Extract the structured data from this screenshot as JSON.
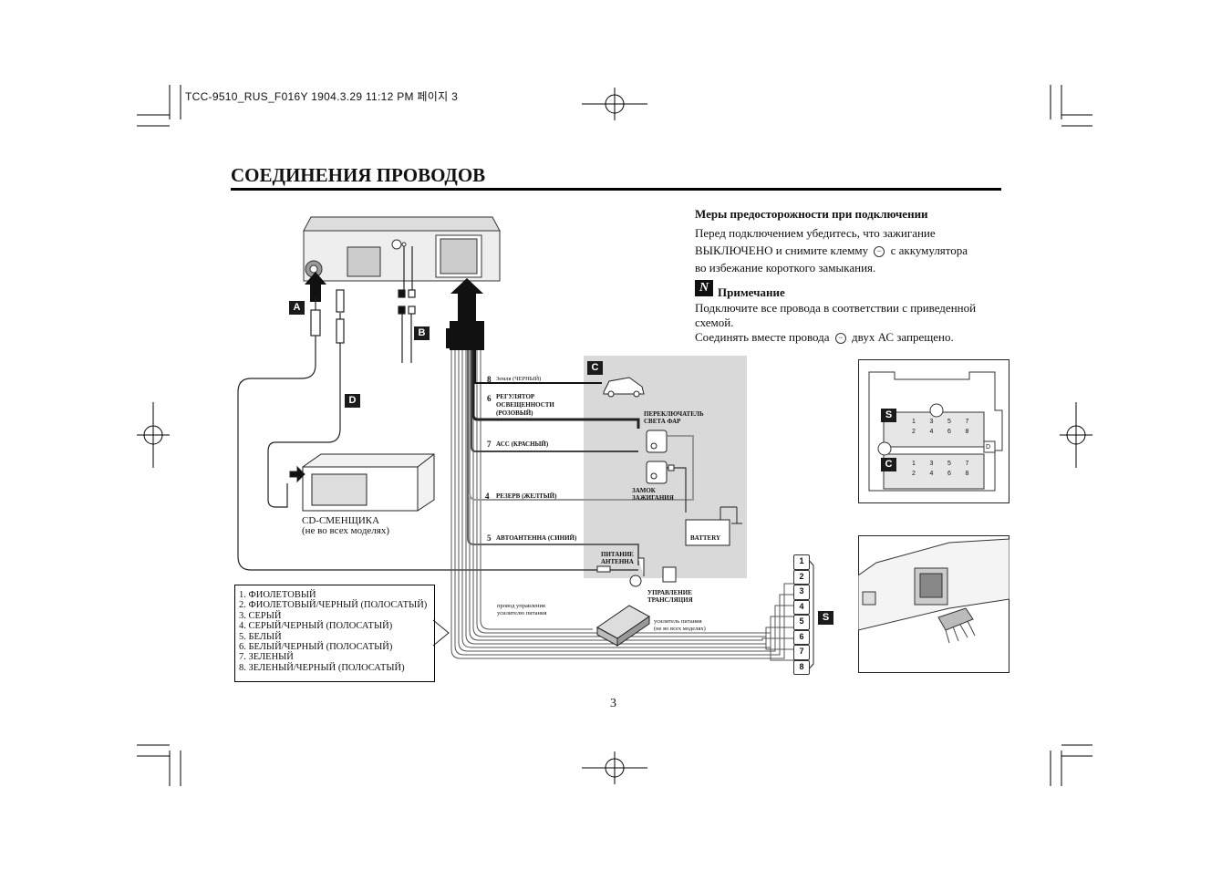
{
  "header": {
    "file_line": "TCC-9510_RUS_F016Y 1904.3.29 11:12 PM 페이지 3"
  },
  "page_title": "СОЕДИНЕНИЯ ПРОВОДОВ",
  "caution": {
    "title": "Меры предосторожности при подключении",
    "line1": "Перед подключением убедитесь, что зажигание",
    "line2_a": "ВЫКЛЮЧЕНО и снимите клемму",
    "line2_b": "с аккумулятора",
    "line3": "во избежание короткого замыкания."
  },
  "note": {
    "icon_letter": "N",
    "title": "Примечание",
    "line1": "Подключите все провода в соответствии с приведенной",
    "line2": "схемой.",
    "line3_a": "Соединять вместе провода",
    "line3_b": "двух АС запрещено."
  },
  "minus_symbol": "−",
  "labels": {
    "A": "A",
    "B": "B",
    "C": "C",
    "D": "D",
    "S": "S"
  },
  "diagram": {
    "w8_num": "8",
    "w8": "Земля (ЧЕРНЫЙ)",
    "w6_num": "6",
    "w6_a": "РЕГУЛЯТОР",
    "w6_b": "ОСВЕЩЕННОСТИ",
    "w6_c": "(РОЗОВЫЙ)",
    "w7_num": "7",
    "w7": "АСС (КРАСНЫЙ)",
    "w4_num": "4",
    "w4": "РЕЗЕРВ (ЖЕЛТЫЙ)",
    "w5_num": "5",
    "w5": "АВТОАНТЕННА (СИНИЙ)",
    "headlight_a": "ПЕРЕКЛЮЧАТЕЛЬ",
    "headlight_b": "СВЕТА ФАР",
    "ignition_a": "ЗАМОК",
    "ignition_b": "ЗАЖИГАНИЯ",
    "battery": "BATTERY",
    "antenna_a": "ПИТАНИЕ",
    "antenna_b": "АНТЕННА",
    "control_a": "УПРАВЛЕНИЕ",
    "control_b": "ТРАНСЛЯЦИЯ",
    "amp_ctrl_a": "провод управления",
    "amp_ctrl_b": "усилителю питания",
    "amp_a": "усилитель питания",
    "amp_b": "(не во всех моделях)",
    "cd_a": "CD-СМЕНЩИКА",
    "cd_b": "(не во всех моделях)"
  },
  "speaker_numbers": [
    "1",
    "2",
    "3",
    "4",
    "5",
    "6",
    "7",
    "8"
  ],
  "connector_pins": [
    "1",
    "3",
    "5",
    "7",
    "2",
    "4",
    "6",
    "8"
  ],
  "connector_d": "D",
  "legend": [
    "1. ФИОЛЕТОВЫЙ",
    "2. ФИОЛЕТОВЫЙ/ЧЕРНЫЙ (ПОЛОСАТЫЙ)",
    "3. СЕРЫЙ",
    "4. СЕРЫЙ/ЧЕРНЫЙ (ПОЛОСАТЫЙ)",
    "5. БЕЛЫЙ",
    "6. БЕЛЫЙ/ЧЕРНЫЙ (ПОЛОСАТЫЙ)",
    "7. ЗЕЛЕНЫЙ",
    "8. ЗЕЛЕНЫЙ/ЧЕРНЫЙ (ПОЛОСАТЫЙ)"
  ],
  "page_number": "3"
}
